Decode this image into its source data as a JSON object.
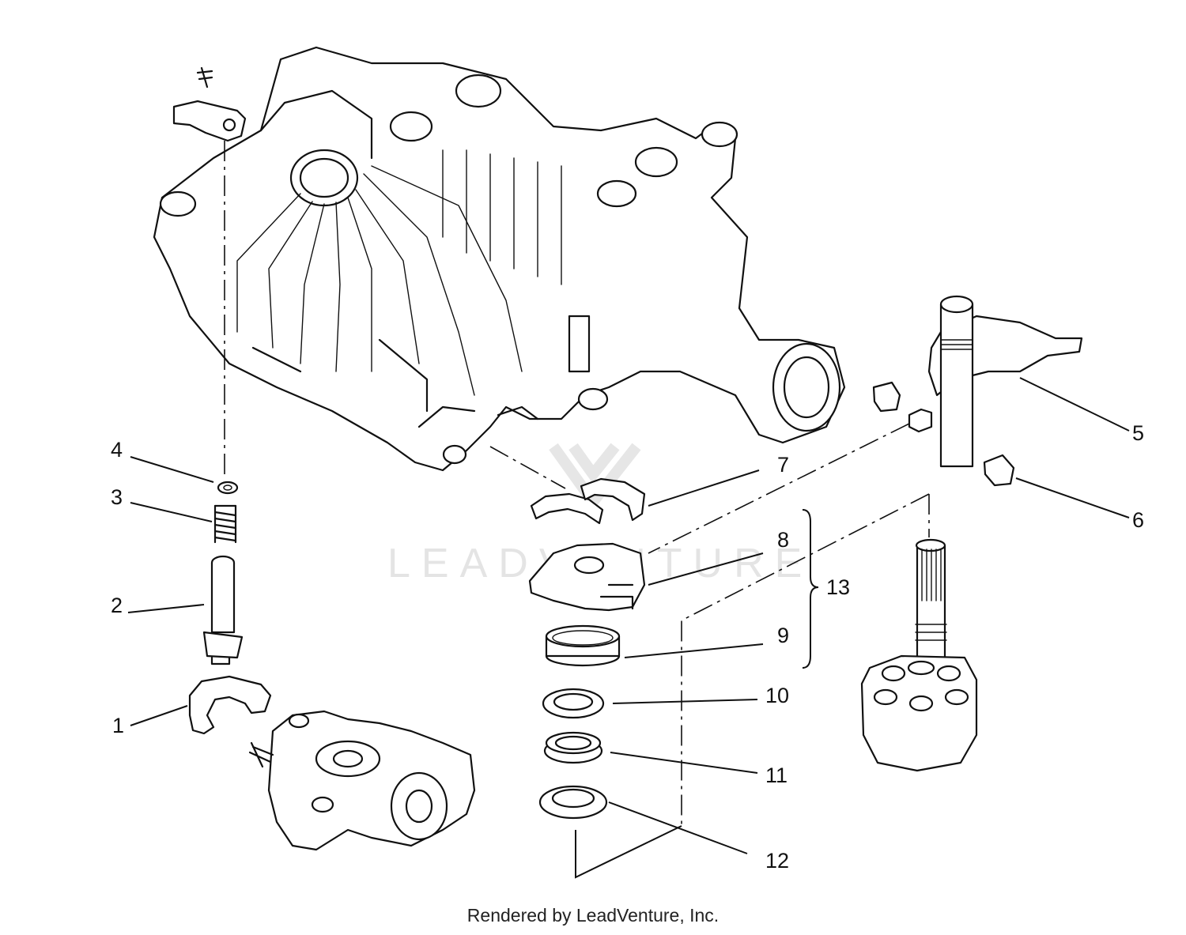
{
  "watermark": {
    "text": "LEADVENTURE"
  },
  "callouts": [
    {
      "id": "1",
      "label": "1"
    },
    {
      "id": "2",
      "label": "2"
    },
    {
      "id": "3",
      "label": "3"
    },
    {
      "id": "4",
      "label": "4"
    },
    {
      "id": "5",
      "label": "5"
    },
    {
      "id": "6",
      "label": "6"
    },
    {
      "id": "7",
      "label": "7"
    },
    {
      "id": "8",
      "label": "8"
    },
    {
      "id": "9",
      "label": "9"
    },
    {
      "id": "10",
      "label": "10"
    },
    {
      "id": "11",
      "label": "11"
    },
    {
      "id": "12",
      "label": "12"
    },
    {
      "id": "13",
      "label": "13"
    }
  ],
  "footer": {
    "text": "Rendered by LeadVenture, Inc."
  },
  "colors": {
    "ink": "#111111",
    "watermark": "#e4e4e4",
    "background": "#ffffff"
  }
}
